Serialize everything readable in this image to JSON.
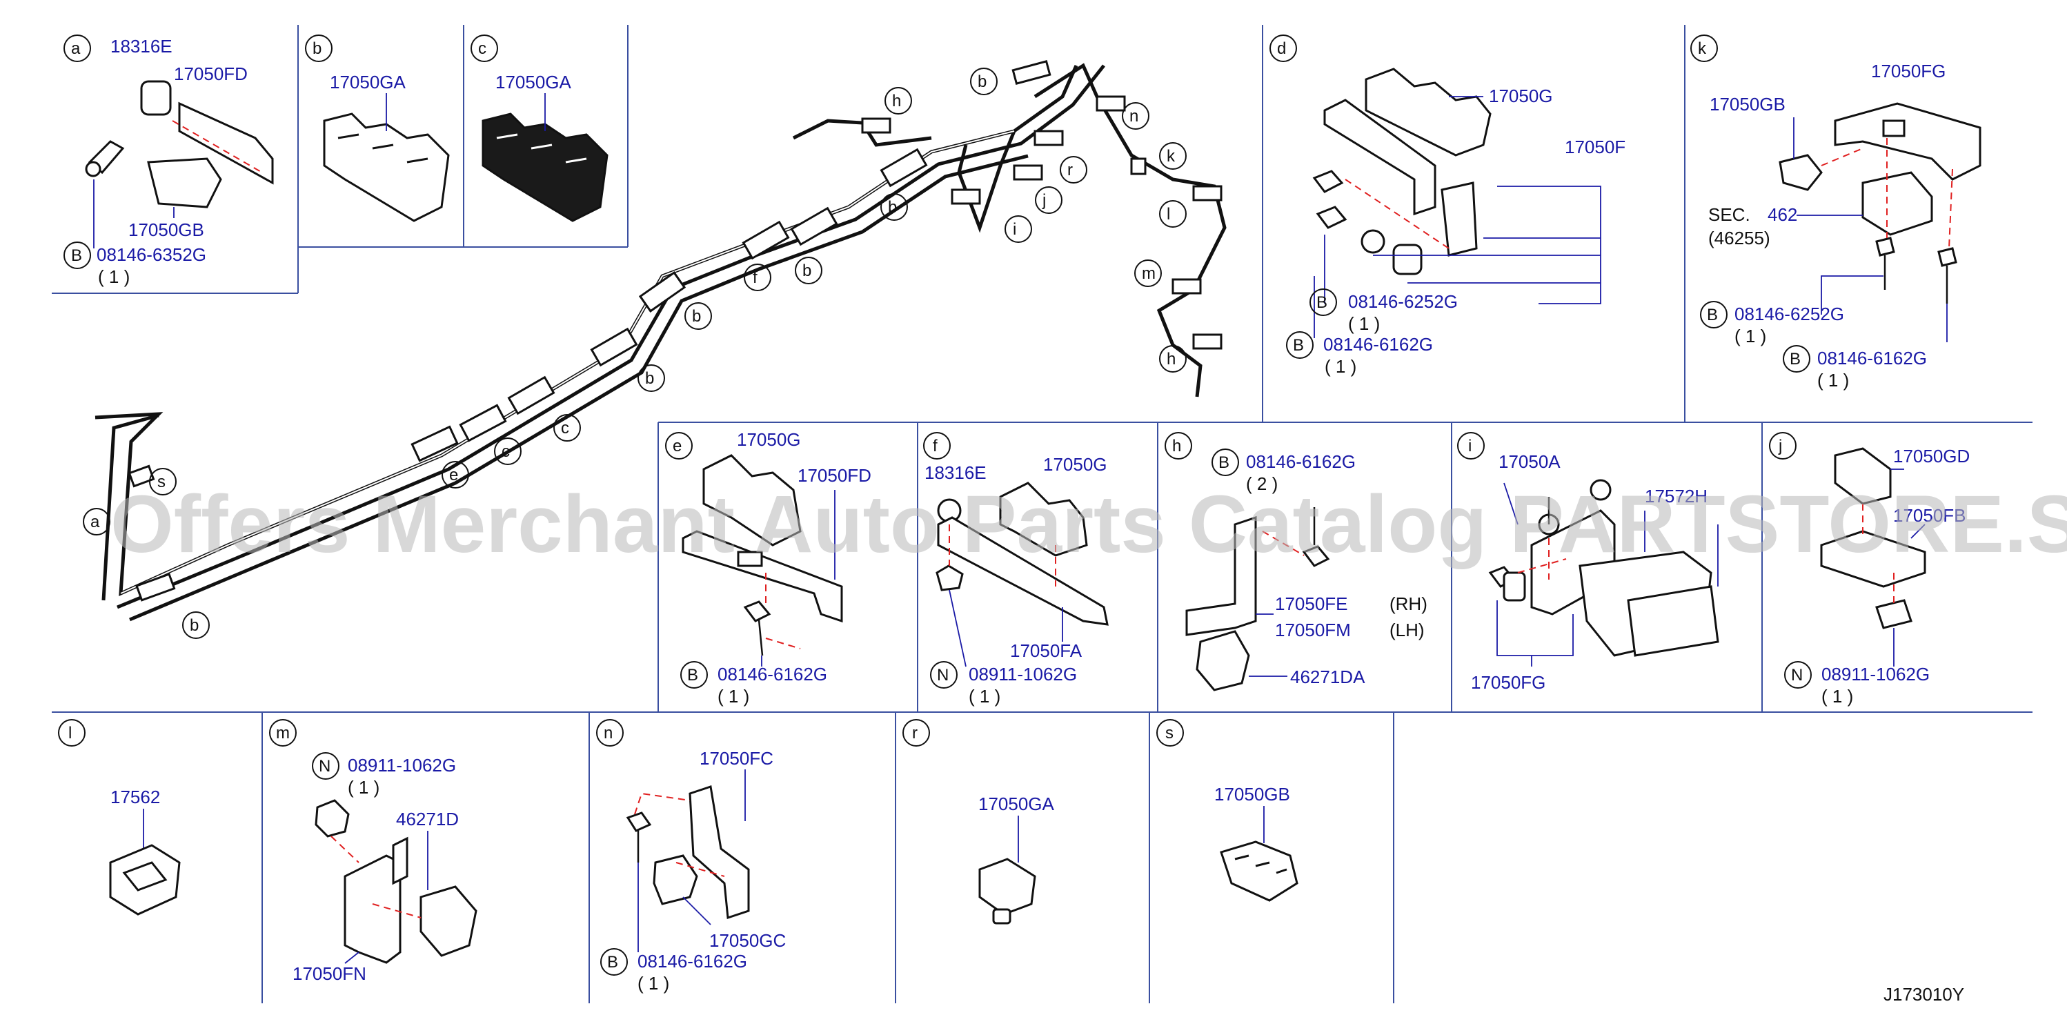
{
  "diagram": {
    "code": "J173010Y",
    "watermark": "Offers Merchant Auto Parts Catalog PARTSTORE.SA",
    "callouts": {
      "a": "a",
      "b": "b",
      "c": "c",
      "d": "d",
      "e": "e",
      "f": "f",
      "h": "h",
      "i": "i",
      "j": "j",
      "k": "k",
      "l": "l",
      "m": "m",
      "n": "n",
      "r": "r",
      "s": "s",
      "B": "B",
      "N": "N"
    },
    "panels": {
      "a": {
        "p1": "18316E",
        "p2": "17050FD",
        "p3": "17050GB",
        "bolt": "08146-6352G",
        "qty": "( 1 )"
      },
      "b": {
        "p1": "17050GA"
      },
      "c": {
        "p1": "17050GA"
      },
      "d": {
        "p1": "17050G",
        "p2": "17050F",
        "bolt1": "08146-6252G",
        "qty1": "( 1 )",
        "bolt2": "08146-6162G",
        "qty2": "( 1 )"
      },
      "k": {
        "p1": "17050FG",
        "p2": "17050GB",
        "sec": "SEC.",
        "sec_num": "462",
        "sec_ref": "(46255)",
        "bolt1": "08146-6252G",
        "qty1": "( 1 )",
        "bolt2": "08146-6162G",
        "qty2": "( 1 )"
      },
      "e": {
        "p1": "17050G",
        "p2": "17050FD",
        "bolt": "08146-6162G",
        "qty": "( 1 )"
      },
      "f": {
        "p1": "18316E",
        "p2": "17050G",
        "p3": "17050FA",
        "nut": "08911-1062G",
        "qty": "( 1 )"
      },
      "h": {
        "bolt": "08146-6162G",
        "qty": "( 2 )",
        "p1": "17050FE",
        "p2": "17050FM",
        "rh": "(RH)",
        "lh": "(LH)",
        "p3": "46271DA"
      },
      "i": {
        "p1": "17050A",
        "p2": "17572H",
        "p3": "17050FG"
      },
      "j": {
        "p1": "17050GD",
        "p2": "17050FB",
        "nut": "08911-1062G",
        "qty": "( 1 )"
      },
      "l": {
        "p1": "17562"
      },
      "m": {
        "nut": "08911-1062G",
        "qty": "( 1 )",
        "p1": "46271D",
        "p2": "17050FN"
      },
      "n": {
        "p1": "17050FC",
        "p2": "17050GC",
        "bolt": "08146-6162G",
        "qty": "( 1 )"
      },
      "r": {
        "p1": "17050GA"
      },
      "s": {
        "p1": "17050GB"
      }
    }
  }
}
